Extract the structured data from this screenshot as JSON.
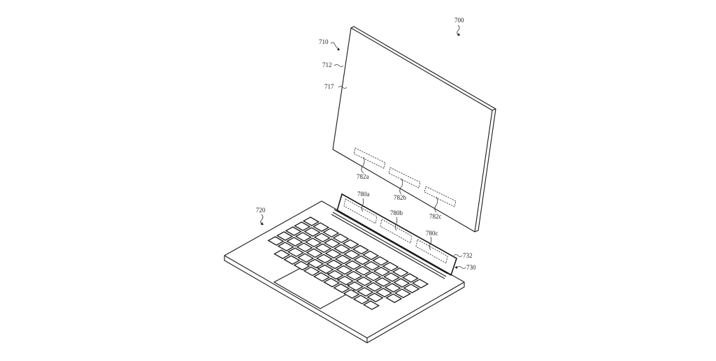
{
  "figure": {
    "overall_label": "700",
    "tablet": {
      "label": "710",
      "housing_label": "712",
      "display_label": "717",
      "connectors": [
        {
          "label": "782a"
        },
        {
          "label": "782b"
        },
        {
          "label": "782c"
        }
      ]
    },
    "keyboard": {
      "label": "720",
      "dock_label": "730",
      "dock_wall_label": "732",
      "connectors": [
        {
          "label": "780a"
        },
        {
          "label": "780b"
        },
        {
          "label": "780c"
        }
      ]
    }
  }
}
